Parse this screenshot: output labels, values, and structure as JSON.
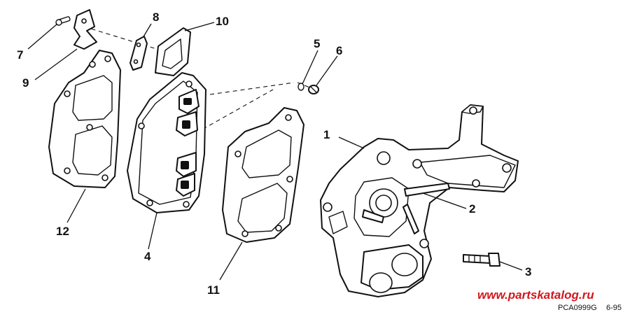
{
  "callouts": [
    "1",
    "2",
    "3",
    "4",
    "5",
    "6",
    "7",
    "8",
    "9",
    "10",
    "11",
    "12"
  ],
  "watermark": "www.partskatalog.ru",
  "drawing_code": "PCA0999G",
  "drawing_date": "6-95",
  "colors": {
    "line": "#111111",
    "watermark": "#d2171e",
    "background": "#ffffff"
  }
}
